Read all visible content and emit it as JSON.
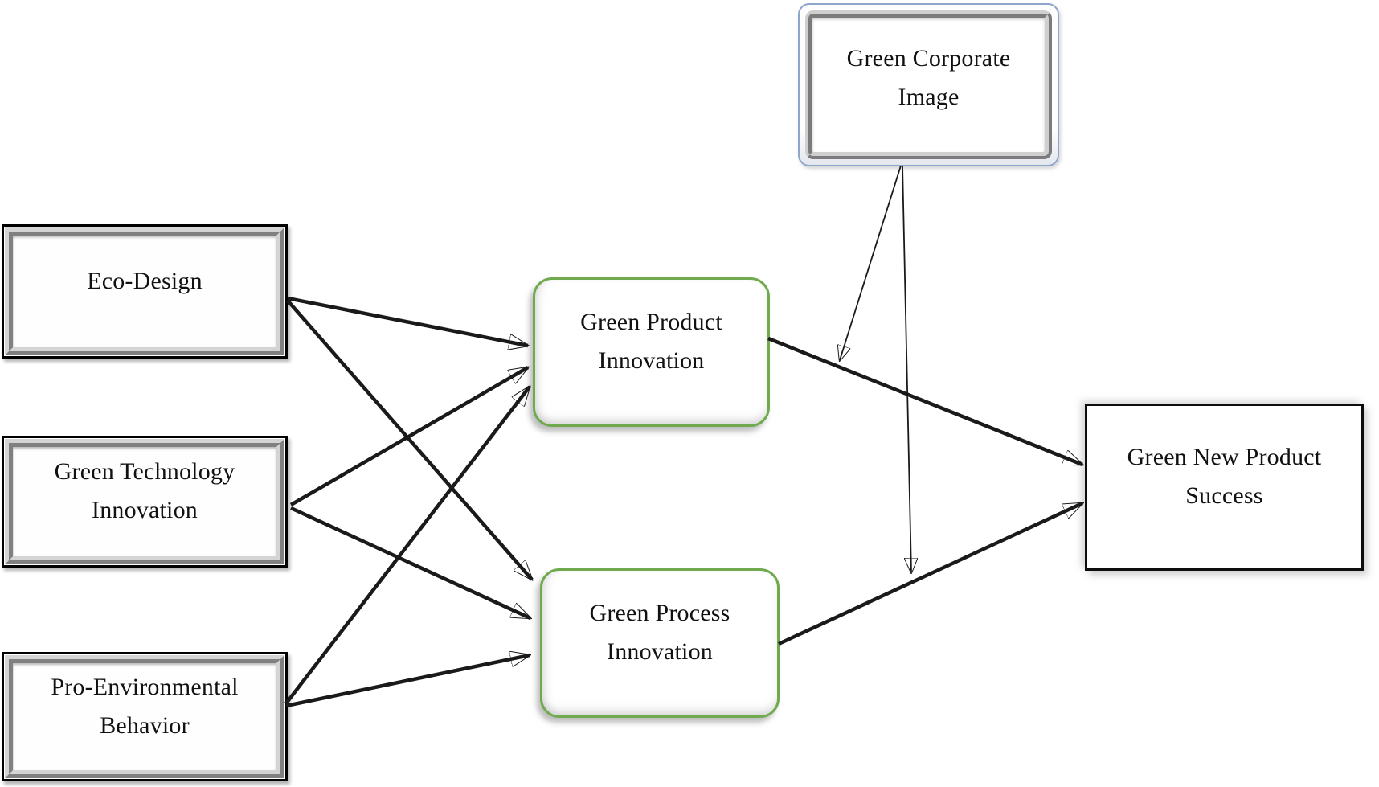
{
  "nodes": {
    "eco_design": {
      "label": "Eco-Design"
    },
    "green_technology_innovation": {
      "label": "Green Technology Innovation"
    },
    "pro_environmental_behavior": {
      "label": "Pro-Environmental Behavior"
    },
    "green_product_innovation": {
      "label": "Green Product Innovation"
    },
    "green_process_innovation": {
      "label": "Green Process Innovation"
    },
    "green_corporate_image": {
      "label": "Green Corporate Image"
    },
    "green_new_product_success": {
      "label": "Green New Product Success"
    }
  },
  "edges": [
    {
      "from": "Eco-Design",
      "to": "Green Product Innovation",
      "type": "direct"
    },
    {
      "from": "Eco-Design",
      "to": "Green Process Innovation",
      "type": "direct"
    },
    {
      "from": "Green Technology Innovation",
      "to": "Green Product Innovation",
      "type": "direct"
    },
    {
      "from": "Green Technology Innovation",
      "to": "Green Process Innovation",
      "type": "direct"
    },
    {
      "from": "Pro-Environmental Behavior",
      "to": "Green Product Innovation",
      "type": "direct"
    },
    {
      "from": "Pro-Environmental Behavior",
      "to": "Green Process Innovation",
      "type": "direct"
    },
    {
      "from": "Green Product Innovation",
      "to": "Green New Product Success",
      "type": "direct"
    },
    {
      "from": "Green Process Innovation",
      "to": "Green New Product Success",
      "type": "direct"
    },
    {
      "from": "Green Corporate Image",
      "to": "path: Green Product Innovation to Green New Product Success",
      "type": "moderation"
    },
    {
      "from": "Green Corporate Image",
      "to": "path: Green Process Innovation to Green New Product Success",
      "type": "moderation"
    }
  ],
  "colors": {
    "background": "#ffffff",
    "box_border_black": "#000000",
    "green_border": "#6faa4e",
    "blue_border": "#8fa6cc",
    "bevel_gray": "#d4d4d4",
    "arrow": "#1a1a1a",
    "text": "#111111"
  }
}
